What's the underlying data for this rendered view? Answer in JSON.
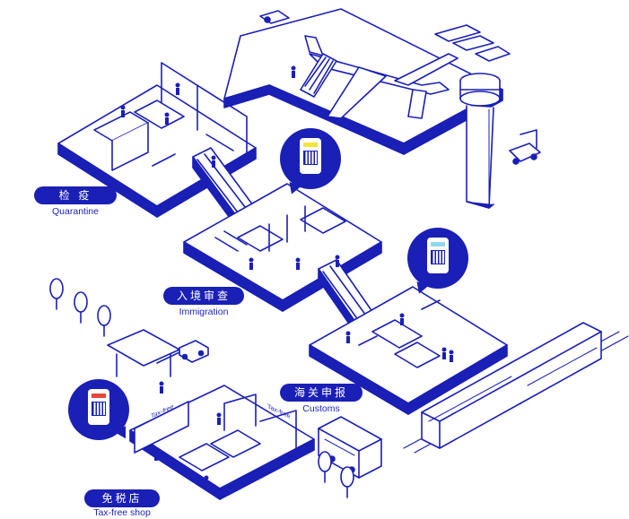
{
  "theme": {
    "primary": "#1a1fb5",
    "background": "#ffffff",
    "qr_bar_yellow": "#f5e43a",
    "qr_bar_cyan": "#8fd8f0",
    "qr_bar_red": "#e8453c"
  },
  "zones": {
    "quarantine": {
      "label_cn": "检 疫",
      "label_en": "Quarantine"
    },
    "immigration": {
      "label_cn": "入境审查",
      "label_en": "Immigration"
    },
    "customs": {
      "label_cn": "海关申报",
      "label_en": "Customs"
    },
    "taxfree": {
      "label_cn": "免税店",
      "label_en": "Tax-free shop"
    }
  },
  "shop_signs": [
    "Tax-free",
    "Tax-free"
  ],
  "icons": [
    "airplane-icon",
    "control-tower-icon",
    "escalator-icon",
    "train-icon",
    "bus-icon",
    "car-icon",
    "tree-icon",
    "phone-qr-icon",
    "luggage-cart-icon",
    "forklift-icon"
  ]
}
